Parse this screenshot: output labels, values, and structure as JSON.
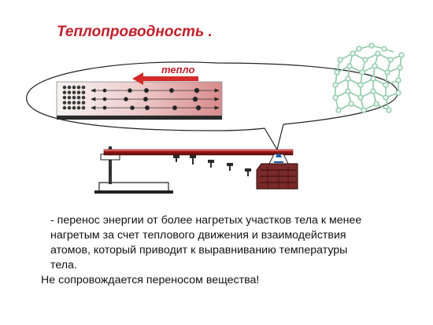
{
  "title": "Теплопроводность .",
  "arrow_label": "тепло",
  "description_lines": [
    "- перенос энергии от более нагретых участков тела к менее",
    "нагретым за счет теплового движения и взаимодействия",
    "атомов,  который приводит к выравниванию температуры",
    "тела."
  ],
  "note": "Не сопровождается переносом  вещества!",
  "colors": {
    "title": "#c0202a",
    "arrow": "#d42a2a",
    "rod": "#a01818",
    "lattice": "#8fc9a8"
  }
}
